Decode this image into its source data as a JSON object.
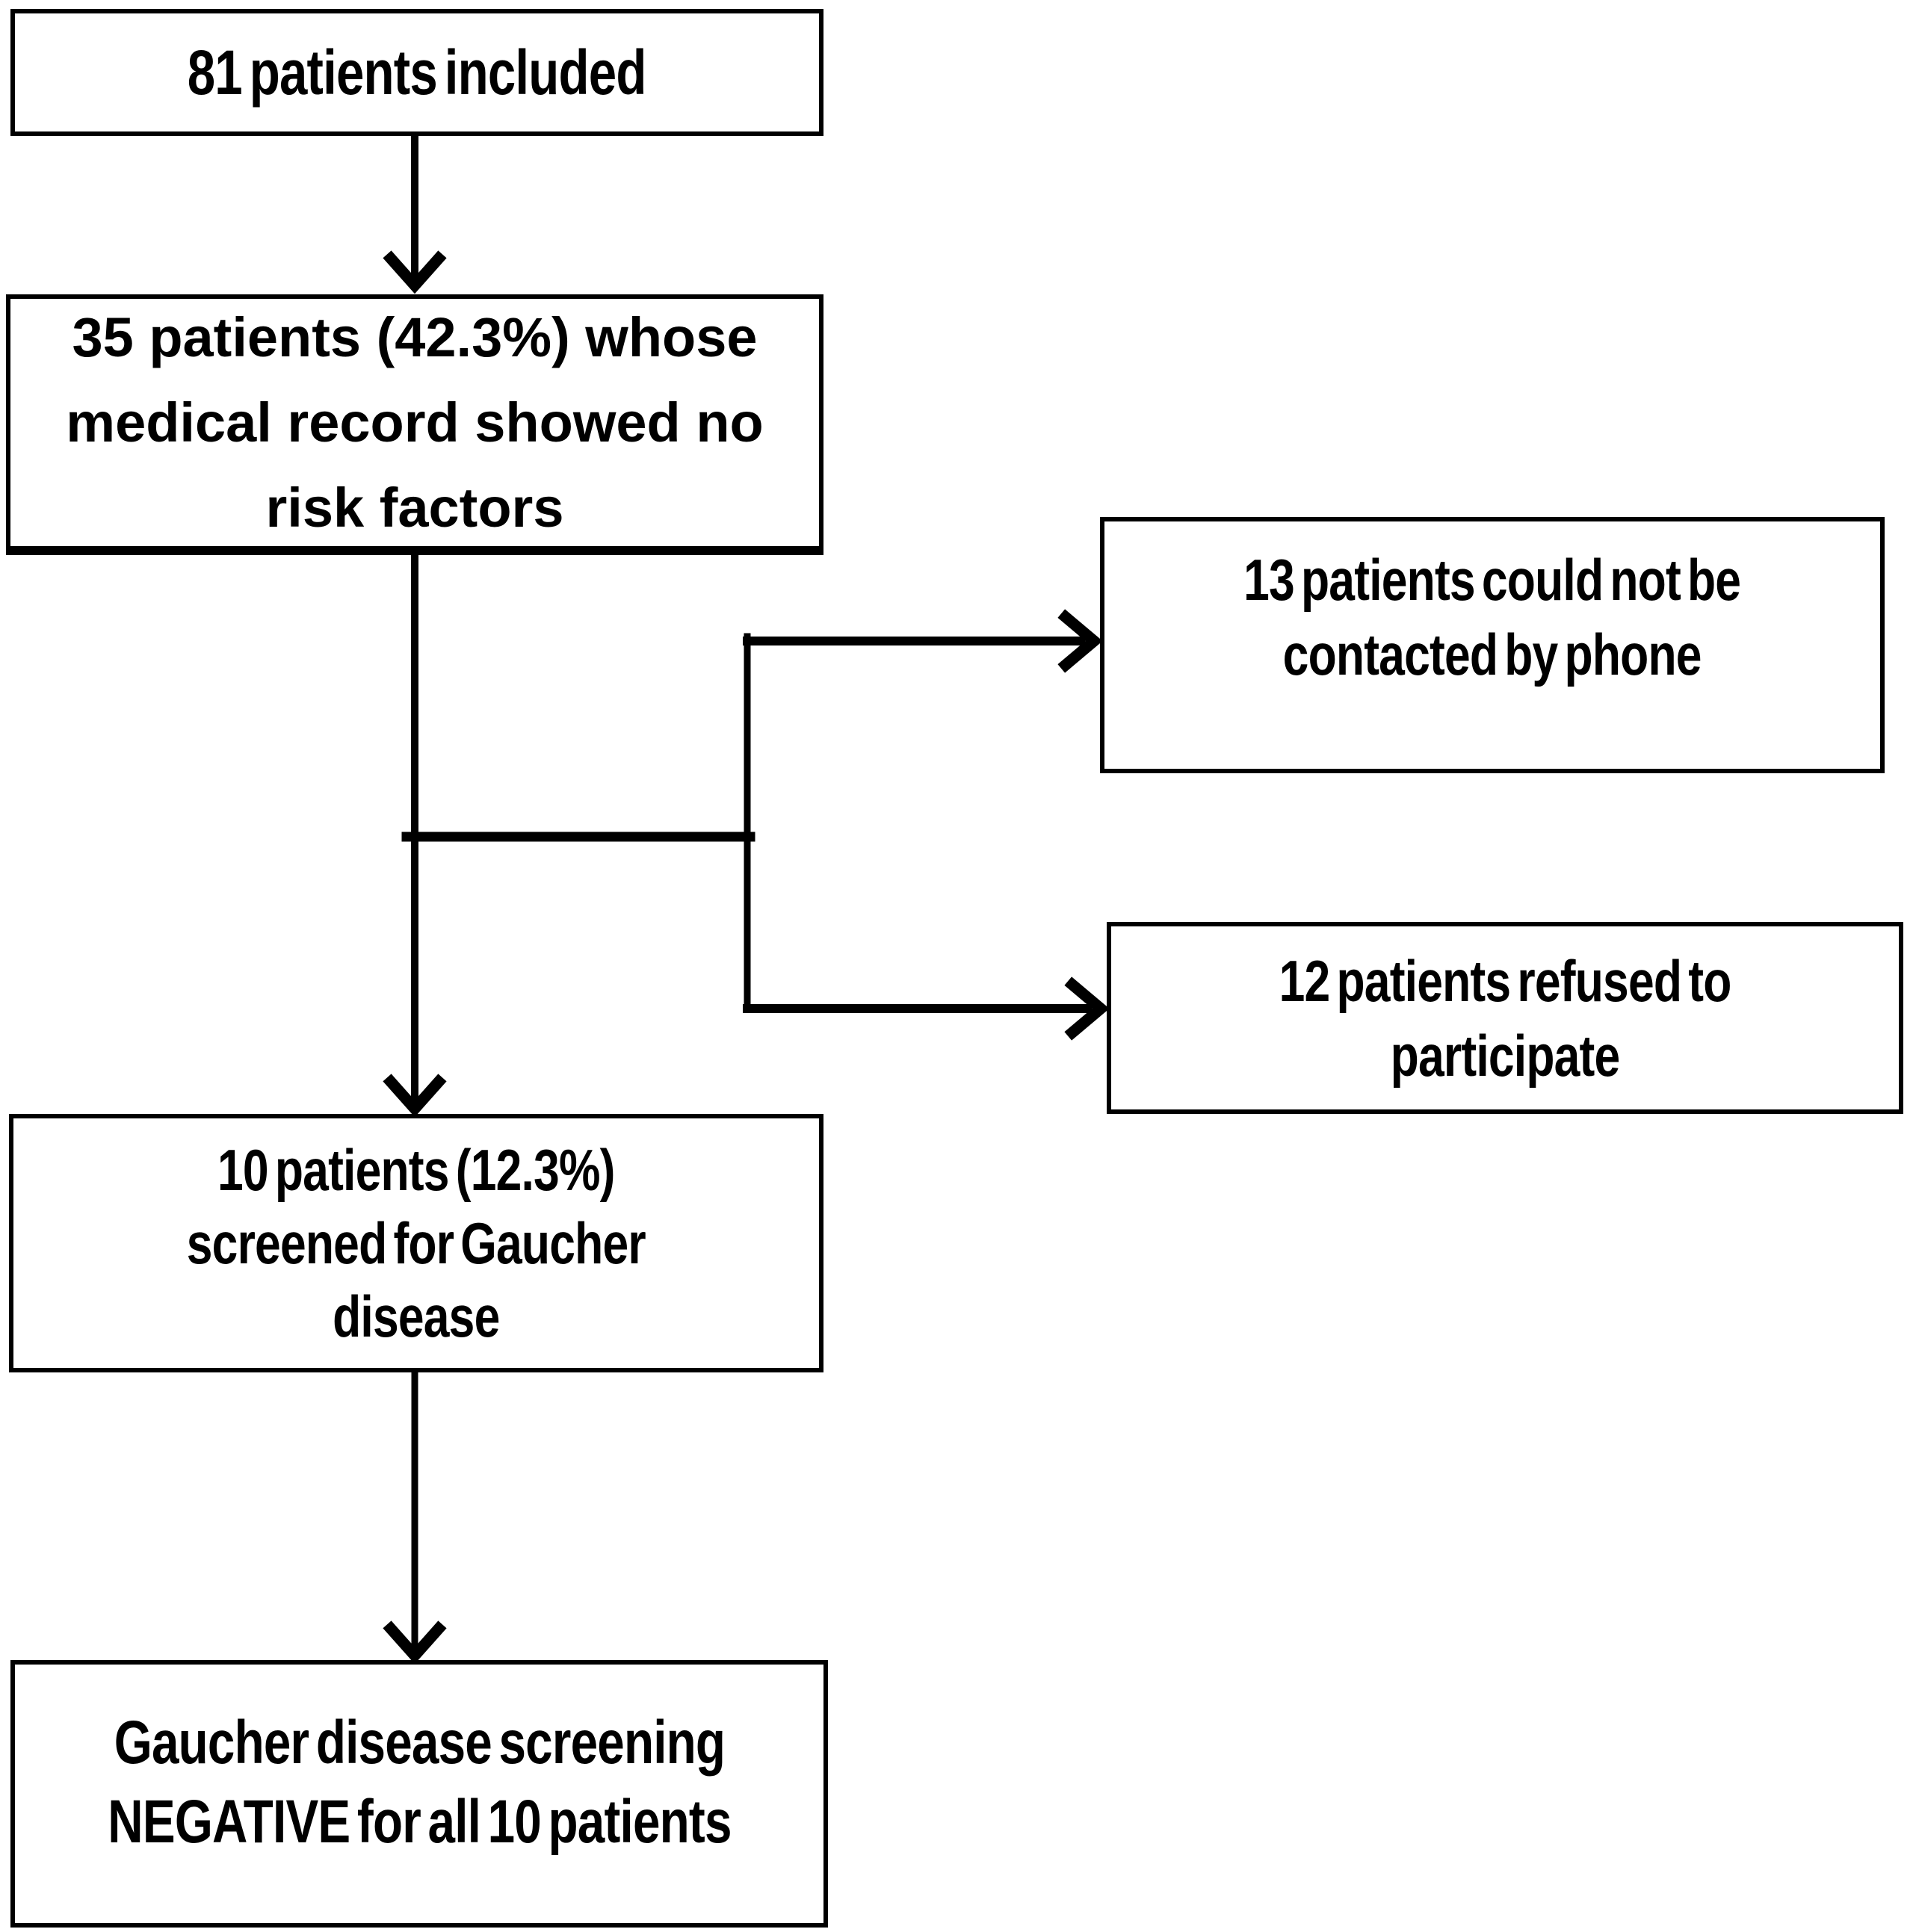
{
  "flowchart": {
    "boxes": [
      {
        "id": "included",
        "text": "81 patients included"
      },
      {
        "id": "no_risk_factors",
        "text": "35 patients (42.3%) whose\nmedical record showed no\nrisk factors"
      },
      {
        "id": "not_contacted",
        "text": "13 patients could not be\ncontacted by phone"
      },
      {
        "id": "refused",
        "text": "12 patients refused to\nparticipate"
      },
      {
        "id": "screened",
        "text": "10 patients (12.3%)\nscreened for Gaucher\ndisease"
      },
      {
        "id": "negative",
        "text": "Gaucher disease screening\nNEGATIVE for all 10 patients"
      }
    ],
    "colors": {
      "border": "#000000",
      "text": "#000000",
      "background": "#ffffff",
      "connector": "#000000"
    }
  }
}
